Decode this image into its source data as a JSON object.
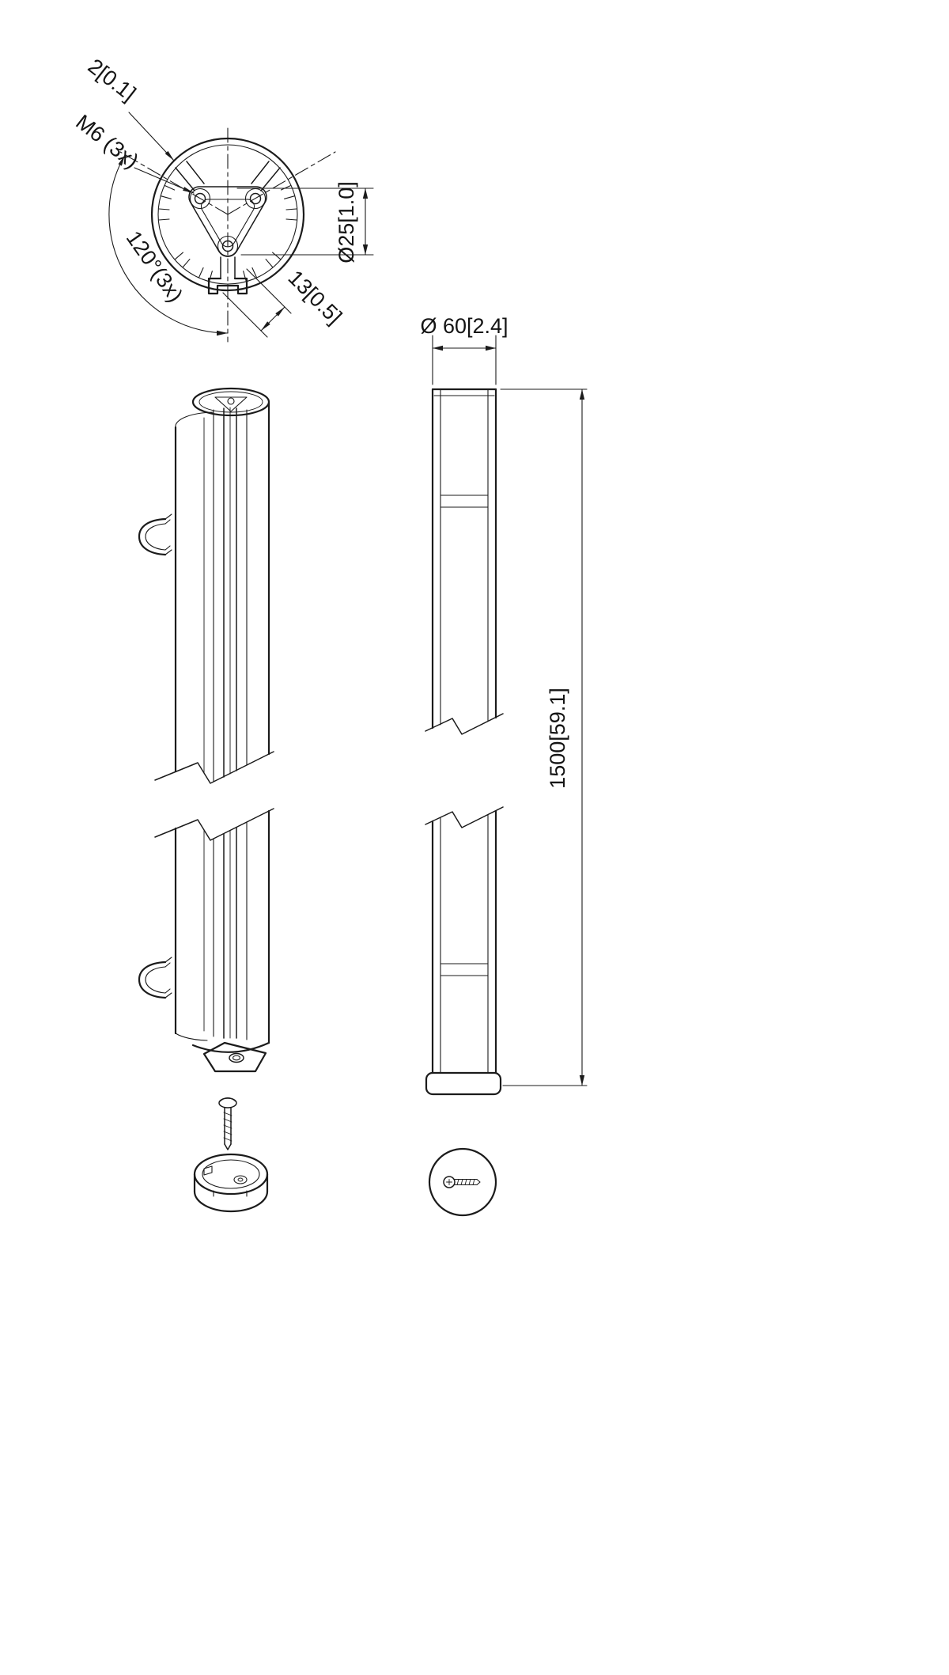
{
  "section_view": {
    "wall_label": "2[0.1]",
    "thread_label": "M6 (3x)",
    "angle_label": "120°(3x)",
    "bore_label": "Ø25[1.0]",
    "slot_label": "13[0.5]"
  },
  "front_view": {
    "diameter_label": "Ø 60[2.4]",
    "length_label": "1500[59.1]"
  }
}
